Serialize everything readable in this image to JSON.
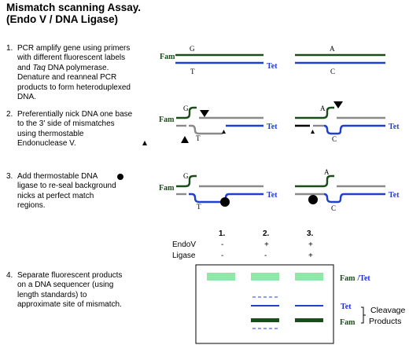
{
  "title": {
    "line1": "Mismatch scanning Assay.",
    "line2": "(Endo V / DNA Ligase)"
  },
  "steps": [
    {
      "num": "1.",
      "text_pre": "PCR amplify gene using primers with different fluorescent  labels  and ",
      "text_em": "Taq",
      "text_post": " DNA polymerase.  Denature and reanneal PCR products to form heteroduplexed DNA."
    },
    {
      "num": "2.",
      "text": "Preferentially nick DNA one base to the 3' side of mismatches using thermostable Endonuclease V."
    },
    {
      "num": "3.",
      "text": "Add thermostable DNA ligase to re-seal background nicks at perfect match regions."
    },
    {
      "num": "4.",
      "text": "Separate fluorescent products on a DNA sequencer (using length standards) to approximate site of mismatch."
    }
  ],
  "strand_labels": {
    "fam": "Fam",
    "tet": "Tet"
  },
  "mismatches": {
    "left": {
      "top": "G",
      "bottom": "T"
    },
    "right": {
      "top": "A",
      "bottom": "C"
    }
  },
  "gel": {
    "lanes": [
      "1.",
      "2.",
      "3."
    ],
    "rows": [
      {
        "label": "EndoV",
        "values": [
          "-",
          "+",
          "+"
        ]
      },
      {
        "label": "Ligase",
        "values": [
          "-",
          "-",
          "+"
        ]
      }
    ],
    "band_labels": {
      "fam": "Fam",
      "slash": "/",
      "tet": "Tet"
    },
    "side_labels": {
      "tet": "Tet",
      "fam": "Fam"
    },
    "bracket_text": [
      "Cleavage",
      "Products"
    ]
  },
  "colors": {
    "fam": "#1a4d1a",
    "tet": "#1f3fd0",
    "grey": "#8a8a8a",
    "gel_band": "#8fe8a8",
    "tet_label": "#2030c0",
    "fam_label": "#1a4d1a"
  }
}
